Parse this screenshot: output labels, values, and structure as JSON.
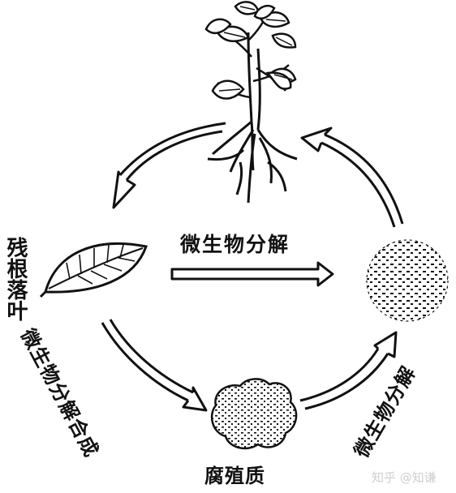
{
  "labels": {
    "residue": "残根落叶",
    "center_process": "微生物分解",
    "left_process": "微生物分解合成",
    "right_process": "微生物分解",
    "humus": "腐殖质"
  },
  "watermark": "知乎 @知谦",
  "icons": {
    "plant": "plant-with-roots-icon",
    "leaf": "leaf-icon",
    "particles": "mineral-particles-icon",
    "humus": "humus-clump-icon"
  },
  "colors": {
    "ink": "#111111",
    "background": "#ffffff"
  }
}
